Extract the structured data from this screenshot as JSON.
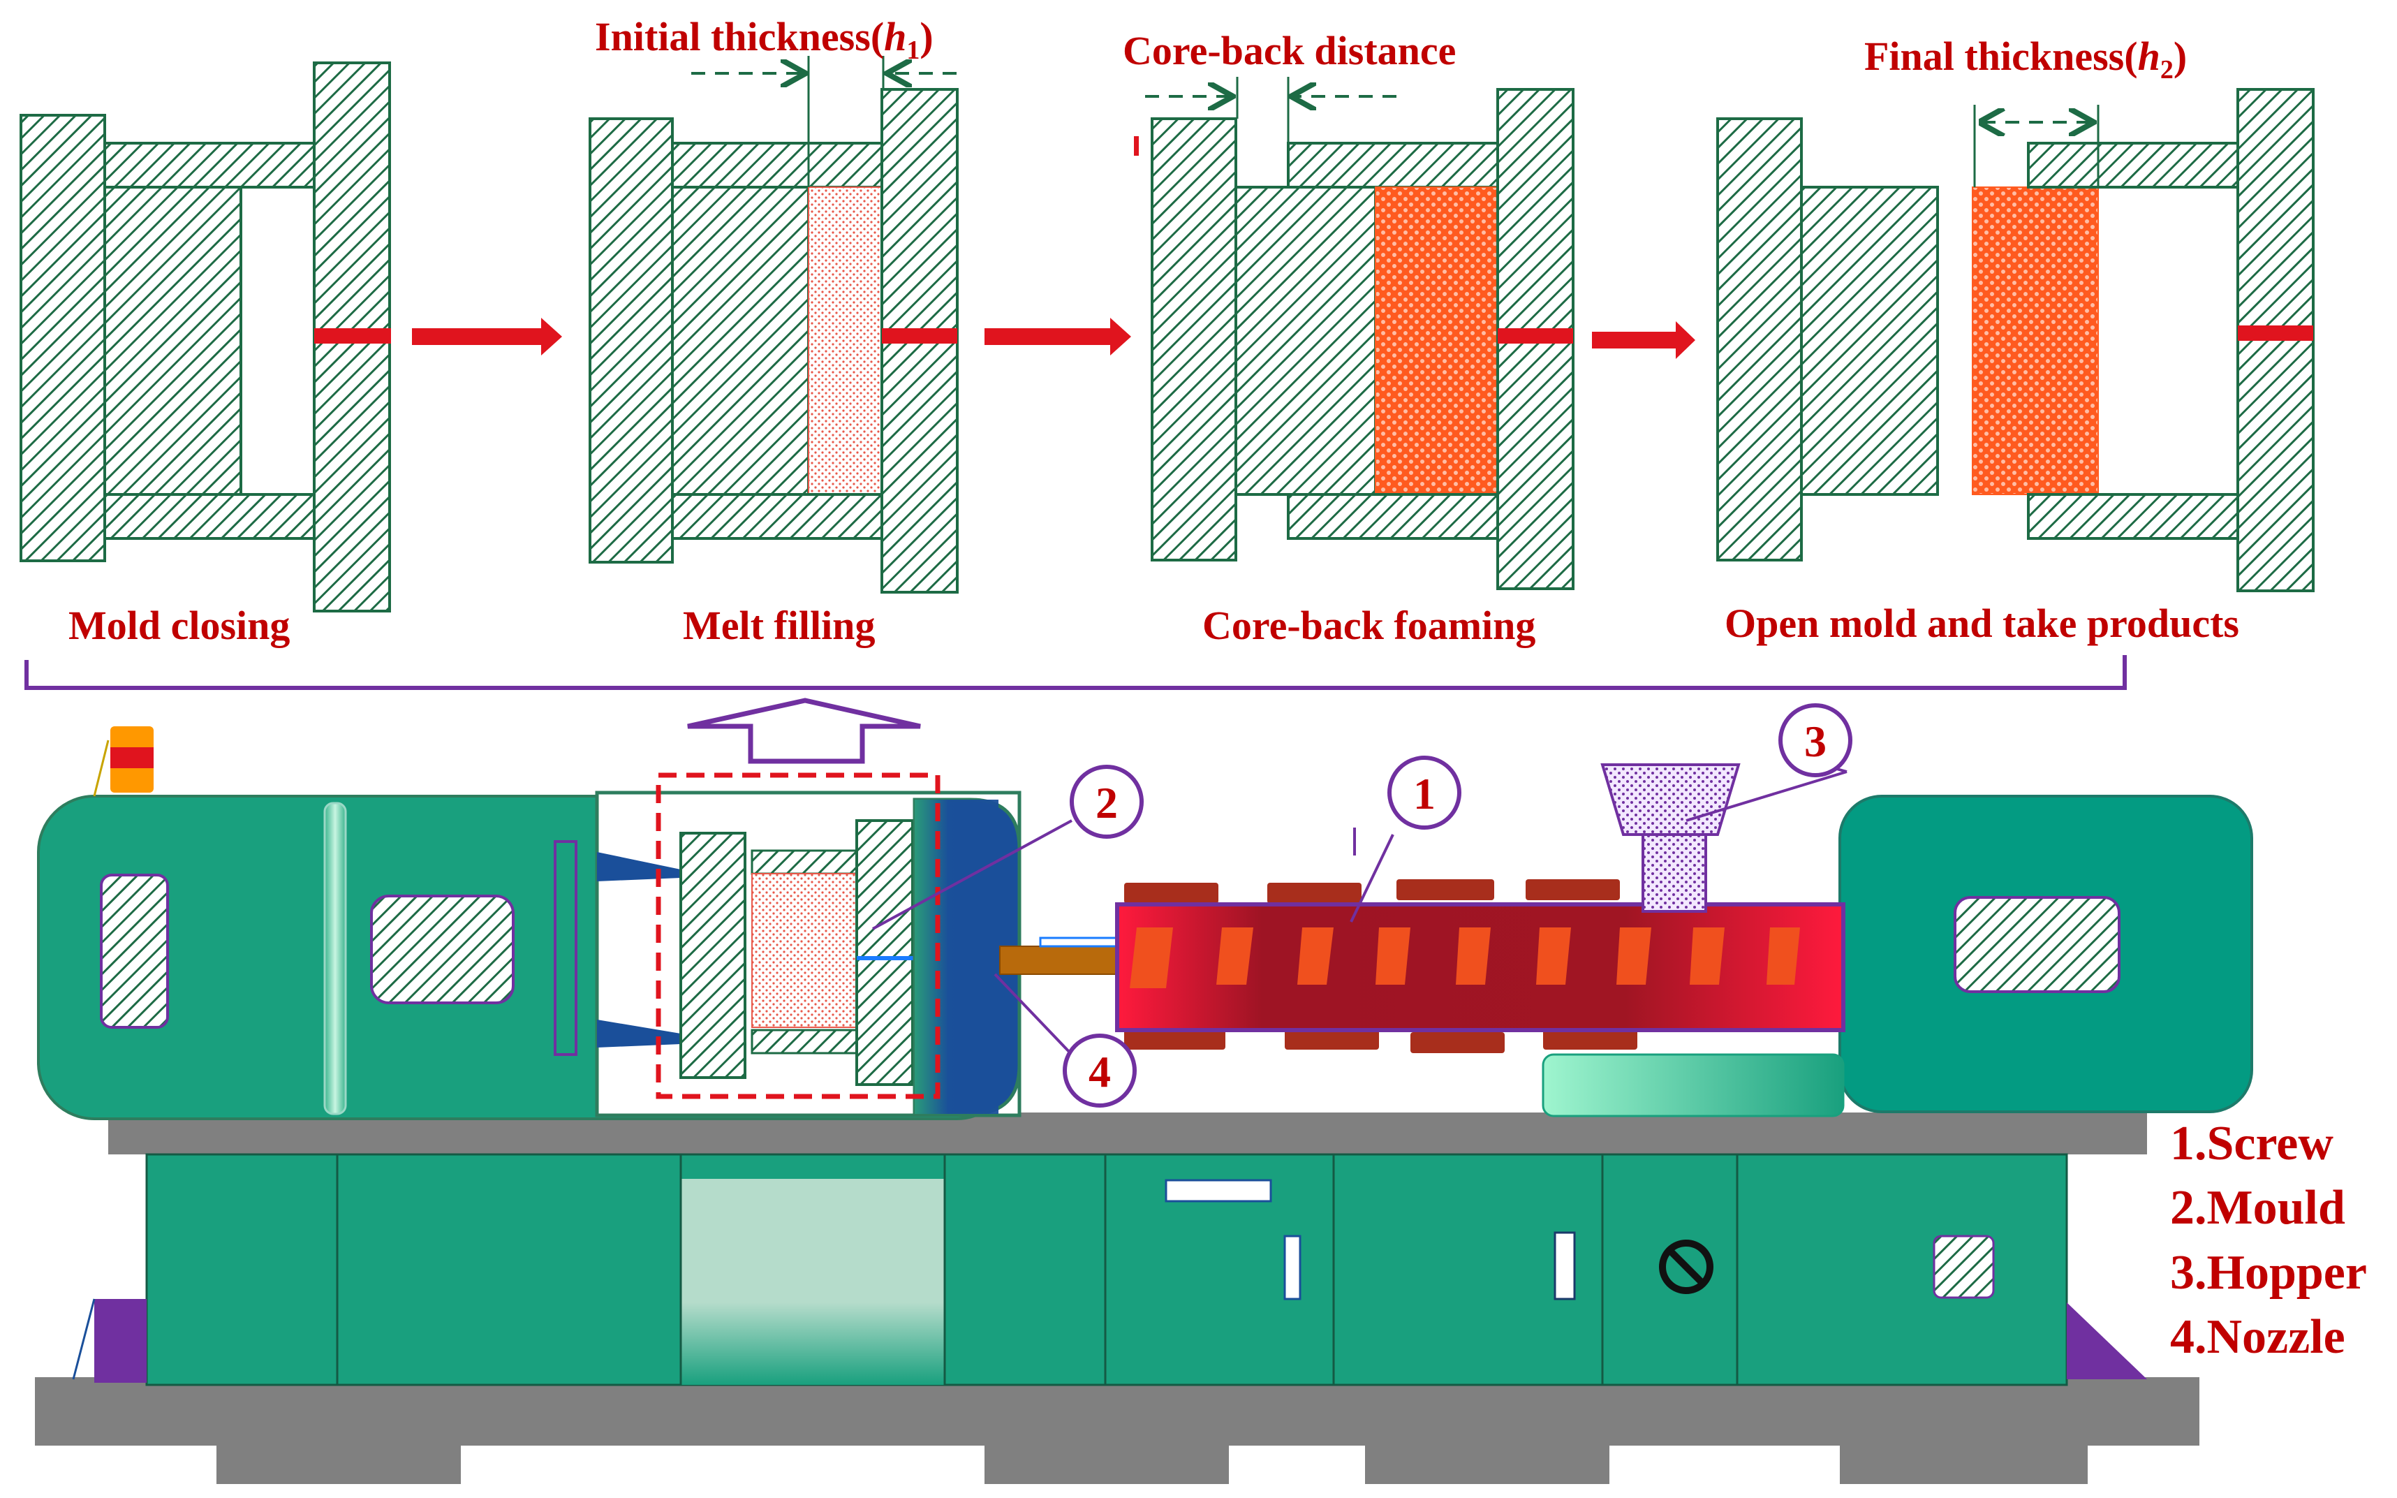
{
  "stages": {
    "mold_closing": "Mold closing",
    "melt_filling": "Melt filling",
    "core_back_foaming": "Core-back foaming",
    "open_mold": "Open mold and take products"
  },
  "dims": {
    "initial_prefix": "Initial thickness(",
    "initial_var": "h",
    "initial_sub": "1",
    "initial_suffix": ")",
    "core_back_distance": "Core-back distance",
    "final_prefix": "Final thickness(",
    "final_var": "h",
    "final_sub": "2",
    "final_suffix": ")"
  },
  "callouts": [
    "1",
    "2",
    "3",
    "4"
  ],
  "legend": [
    "1.Screw",
    "2.Mould",
    "3.Hopper",
    "4.Nozzle"
  ],
  "colors": {
    "mold_green": "#1d6b45",
    "machine_teal": "#199f81",
    "label_red": "#c00000",
    "bracket_purple": "#7030a0",
    "arrow_red": "#e0141e",
    "foam_orange": "#ff5a1f",
    "barrel_red": "#c41a2a",
    "platen_blue": "#1a4f9a",
    "base_gray": "#808080"
  },
  "icons": [
    "flow-arrow-icon",
    "up-arrow-icon",
    "prohibited-icon",
    "warning-light-icon"
  ]
}
